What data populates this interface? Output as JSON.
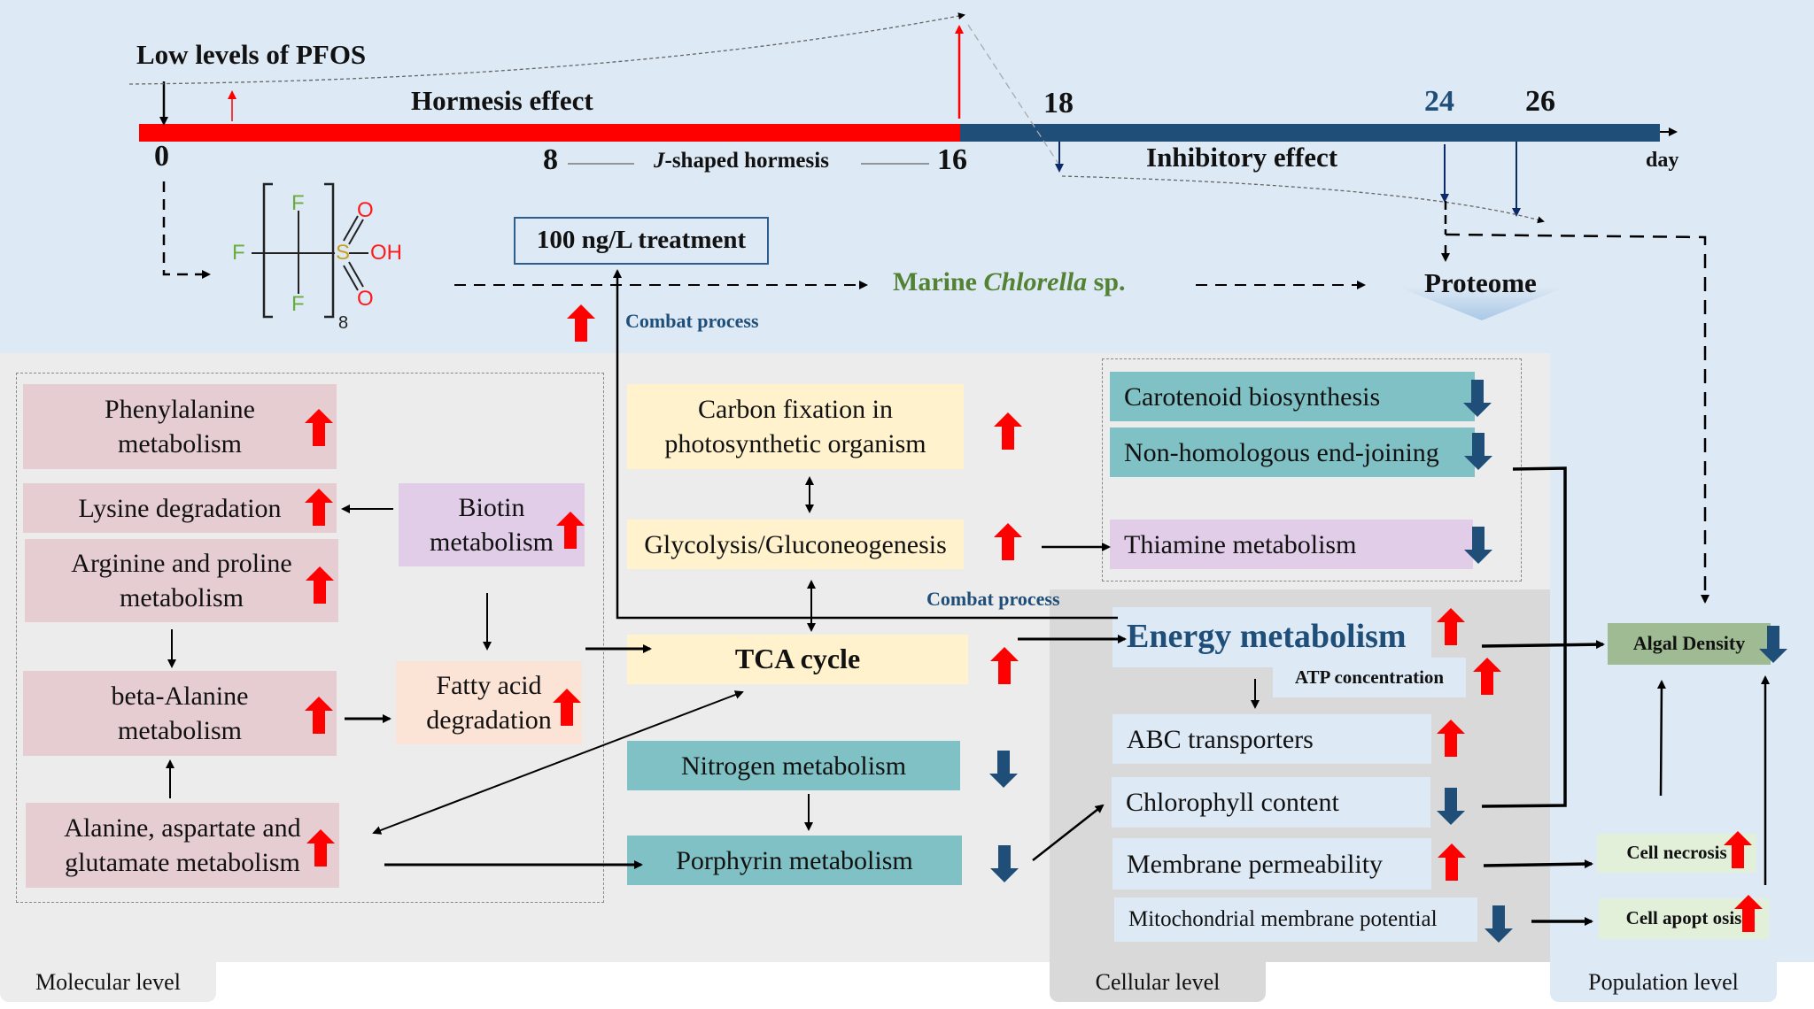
{
  "timeline": {
    "title": "Low levels of PFOS",
    "hormesis_label": "Hormesis effect",
    "inhibitory_label": "Inhibitory effect",
    "jshape_italic": "J",
    "jshape_rest": "-shaped hormesis",
    "ticks": [
      "0",
      "8",
      "16",
      "18",
      "24",
      "26"
    ],
    "unit": "day",
    "colors": {
      "hormesis": "#ff0000",
      "inhibitory": "#1f4e79",
      "day24": "#1f4e79"
    }
  },
  "top": {
    "treatment": "100 ng/L treatment",
    "organism_prefix": "Marine ",
    "organism_italic": "Chlorella",
    "organism_suffix": " sp.",
    "proteome": "Proteome",
    "combat_process": "Combat process",
    "pfos_structure": {
      "left_atom": "F",
      "top_atom": "F",
      "bottom_atom": "F",
      "sulfur": "S",
      "oxygen_top": "O",
      "oxygen_bottom": "O",
      "hydroxyl": "OH",
      "repeat": "8"
    }
  },
  "molecular": {
    "label": "Molecular level",
    "amino_group": [
      {
        "name": "Phenylalanine metabolism",
        "line1": "Phenylalanine",
        "line2": "metabolism",
        "trend": "up"
      },
      {
        "name": "Lysine degradation",
        "line1": "Lysine degradation",
        "line2": "",
        "trend": "up"
      },
      {
        "name": "Arginine and proline metabolism",
        "line1": "Arginine and proline",
        "line2": "metabolism",
        "trend": "up"
      },
      {
        "name": "beta-Alanine metabolism",
        "line1": "beta-Alanine",
        "line2": "metabolism",
        "trend": "up"
      },
      {
        "name": "Alanine, aspartate and glutamate metabolism",
        "line1": "Alanine, aspartate and",
        "line2": "glutamate metabolism",
        "trend": "up"
      }
    ],
    "biotin": {
      "line1": "Biotin",
      "line2": "metabolism",
      "trend": "up"
    },
    "fatty_acid": {
      "line1": "Fatty acid",
      "line2": "degradation",
      "trend": "up"
    },
    "carbon_fixation": {
      "line1": "Carbon fixation in",
      "line2": "photosynthetic organism",
      "trend": "up"
    },
    "glycolysis": {
      "label": "Glycolysis/Gluconeogenesis",
      "trend": "up"
    },
    "tca": {
      "label": "TCA cycle",
      "trend": "up"
    },
    "nitrogen": {
      "label": "Nitrogen metabolism",
      "trend": "down"
    },
    "porphyrin": {
      "label": "Porphyrin metabolism",
      "trend": "down"
    },
    "right_group": [
      {
        "label": "Carotenoid biosynthesis",
        "trend": "down"
      },
      {
        "label": "Non-homologous end-joining",
        "trend": "down"
      },
      {
        "label": "Thiamine metabolism",
        "trend": "down"
      }
    ],
    "combat_process": "Combat process"
  },
  "cellular": {
    "label": "Cellular level",
    "energy": {
      "label": "Energy metabolism",
      "trend": "up",
      "color": "#1f4e79"
    },
    "atp": {
      "label": "ATP concentration",
      "trend": "up"
    },
    "items": [
      {
        "label": "ABC transporters",
        "trend": "up"
      },
      {
        "label": "Chlorophyll content",
        "trend": "down"
      },
      {
        "label": "Membrane permeability",
        "trend": "up"
      },
      {
        "label": "Mitochondrial membrane potential",
        "trend": "down"
      }
    ]
  },
  "population": {
    "label": "Population level",
    "algal_density": {
      "label": "Algal Density",
      "trend": "down"
    },
    "necrosis": {
      "label": "Cell necrosis",
      "trend": "up"
    },
    "apoptosis": {
      "label": "Cell apopt osis",
      "trend": "up"
    }
  },
  "colors": {
    "up_arrow": "#ff0000",
    "down_arrow": "#1f4e79"
  }
}
